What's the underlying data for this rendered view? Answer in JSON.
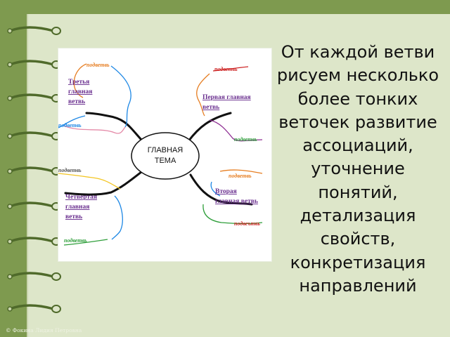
{
  "slide": {
    "caption": "От каждой ветви рисуем несколько более тонких веточек развитие ассоциаций, уточнение понятий, детализация свойств, конкретизация направлений",
    "copyright": "© Фокина Лидия Петровна"
  },
  "mindmap": {
    "center_line1": "ГЛАВНАЯ",
    "center_line2": "ТЕМА",
    "branches": [
      {
        "line1": "Третья",
        "line2": "главная",
        "line3": "ветвь"
      },
      {
        "line1": "Первая главная",
        "line2": "ветвь"
      },
      {
        "line1": "Вторая",
        "line2": "главная ветвь"
      },
      {
        "line1": "Четвертая",
        "line2": "главная",
        "line3": "ветвь"
      }
    ],
    "sub_label": "подветвь",
    "sub_label_alt": "подвеътвь"
  },
  "colors": {
    "background": "#7e9a4f",
    "paper": "#dde6c9",
    "ring": "#4f6a2a",
    "branch_label": "#6a2f8f",
    "orange": "#e67e22",
    "red": "#cc1f1f",
    "blue": "#1e88e5",
    "green": "#2e9e3a",
    "pink": "#e48aa8",
    "purple": "#8e2d92",
    "yellow": "#f3c522"
  },
  "icons": [
    "binder-ring-icon"
  ]
}
